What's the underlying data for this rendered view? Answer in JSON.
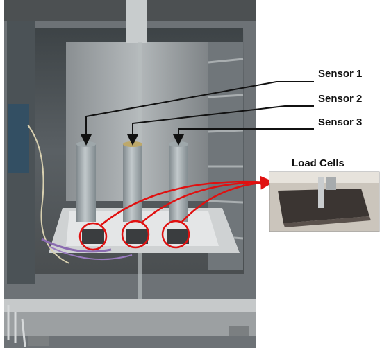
{
  "annotations": {
    "sensor_1": "Sensor 1",
    "sensor_2": "Sensor 2",
    "sensor_3": "Sensor 3",
    "load_cells": "Load Cells"
  },
  "colors": {
    "annotation_arrow": "#111111",
    "highlight_circle": "#e01010",
    "chamber_frame": "#c9c9c9",
    "sensor_tube": "#a3acb0"
  }
}
